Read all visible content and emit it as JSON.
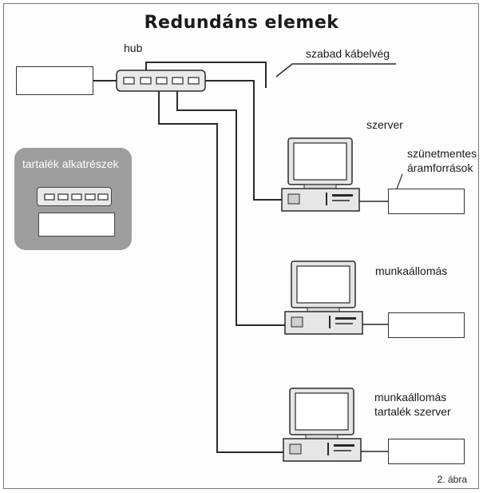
{
  "title": "Redundáns elemek",
  "labels": {
    "hub": "hub",
    "free_cable_end": "szabad kábelvég",
    "server": "szerver",
    "ups": "szünetmentes áramforrások",
    "workstation": "munkaállomás",
    "backup_server": "munkaállomás tartalék szerver",
    "spare_parts": "tartalék alkatrészek",
    "caption": "2. ábra"
  },
  "colors": {
    "line": "#2a2a2a",
    "panel_gray": "#9d9d9d",
    "hub_fill": "#e9e9e9",
    "computer_fill": "#e6e6e6"
  }
}
